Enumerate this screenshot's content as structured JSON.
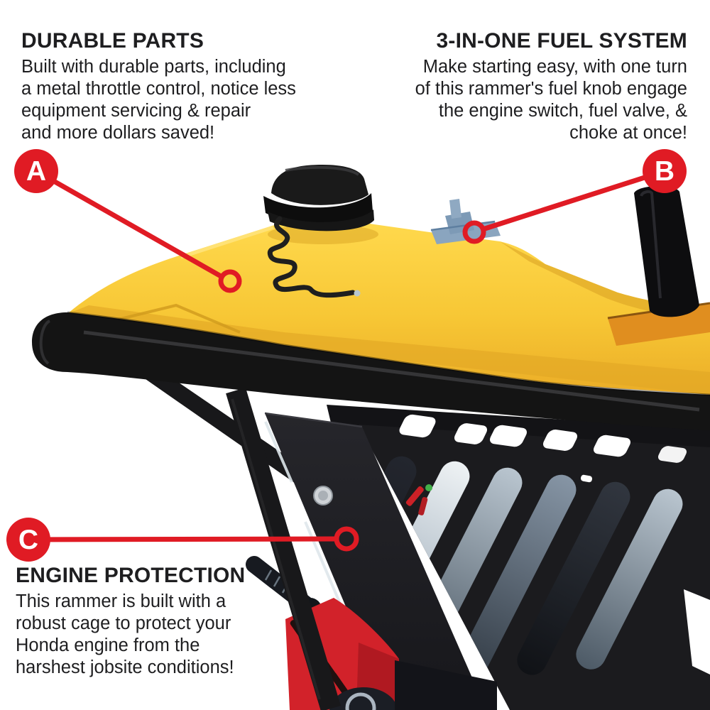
{
  "colors": {
    "accent_red": "#e01b24",
    "text": "#1e1e20",
    "tank_yellow": "#f9cd39",
    "machine_black": "#141414",
    "engine_red": "#d2222a",
    "knob_blue": "#8aa5bf",
    "engine_metal": "#9fadba",
    "background": "#ffffff"
  },
  "product": {
    "subject": "yellow and black tamping rammer with protective engine cage, viewed from above"
  },
  "callouts": [
    {
      "id": "A",
      "title": "DURABLE PARTS",
      "lines": [
        "Built with durable parts, including",
        "a metal throttle control, notice less",
        "equipment servicing & repair",
        "and more dollars saved!"
      ]
    },
    {
      "id": "B",
      "title": "3-IN-ONE FUEL SYSTEM",
      "lines": [
        "Make starting easy, with one turn",
        "of this rammer's fuel knob engage",
        "the engine switch, fuel valve, &",
        "choke at once!"
      ]
    },
    {
      "id": "C",
      "title": "ENGINE PROTECTION",
      "lines": [
        "This rammer is built with a",
        "robust cage to protect your",
        "Honda engine from the",
        "harshest jobsite conditions!"
      ]
    }
  ]
}
